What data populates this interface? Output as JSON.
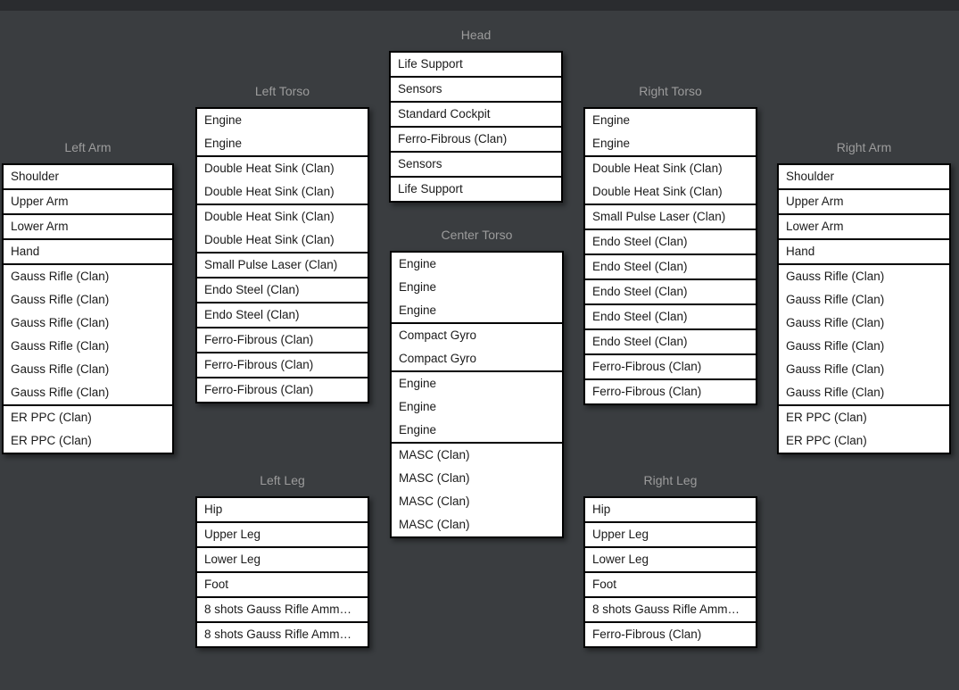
{
  "colors": {
    "background": "#3a3d40",
    "title_bar": "#2a2c2f",
    "slot_background": "#ffffff",
    "slot_text": "#1a1a1a",
    "slot_border": "#000000",
    "section_title_text": "#9c9c9c"
  },
  "sections": {
    "head": {
      "title": "Head",
      "groups": [
        [
          "Life Support"
        ],
        [
          "Sensors"
        ],
        [
          "Standard Cockpit"
        ],
        [
          "Ferro-Fibrous (Clan)"
        ],
        [
          "Sensors"
        ],
        [
          "Life Support"
        ]
      ]
    },
    "left_arm": {
      "title": "Left Arm",
      "groups": [
        [
          "Shoulder"
        ],
        [
          "Upper Arm"
        ],
        [
          "Lower Arm"
        ],
        [
          "Hand"
        ],
        [
          "Gauss Rifle (Clan)",
          "Gauss Rifle (Clan)",
          "Gauss Rifle (Clan)",
          "Gauss Rifle (Clan)",
          "Gauss Rifle (Clan)",
          "Gauss Rifle (Clan)"
        ],
        [
          "ER PPC (Clan)",
          "ER PPC (Clan)"
        ]
      ]
    },
    "right_arm": {
      "title": "Right Arm",
      "groups": [
        [
          "Shoulder"
        ],
        [
          "Upper Arm"
        ],
        [
          "Lower Arm"
        ],
        [
          "Hand"
        ],
        [
          "Gauss Rifle (Clan)",
          "Gauss Rifle (Clan)",
          "Gauss Rifle (Clan)",
          "Gauss Rifle (Clan)",
          "Gauss Rifle (Clan)",
          "Gauss Rifle (Clan)"
        ],
        [
          "ER PPC (Clan)",
          "ER PPC (Clan)"
        ]
      ]
    },
    "left_torso": {
      "title": "Left Torso",
      "groups": [
        [
          "Engine",
          "Engine"
        ],
        [
          "Double Heat Sink (Clan)",
          "Double Heat Sink (Clan)"
        ],
        [
          "Double Heat Sink (Clan)",
          "Double Heat Sink (Clan)"
        ],
        [
          "Small Pulse Laser (Clan)"
        ],
        [
          "Endo Steel (Clan)"
        ],
        [
          "Endo Steel (Clan)"
        ],
        [
          "Ferro-Fibrous (Clan)"
        ],
        [
          "Ferro-Fibrous (Clan)"
        ],
        [
          "Ferro-Fibrous (Clan)"
        ]
      ]
    },
    "center_torso": {
      "title": "Center Torso",
      "groups": [
        [
          "Engine",
          "Engine",
          "Engine"
        ],
        [
          "Compact Gyro",
          "Compact Gyro"
        ],
        [
          "Engine",
          "Engine",
          "Engine"
        ],
        [
          "MASC (Clan)",
          "MASC (Clan)",
          "MASC (Clan)",
          "MASC (Clan)"
        ]
      ]
    },
    "right_torso": {
      "title": "Right Torso",
      "groups": [
        [
          "Engine",
          "Engine"
        ],
        [
          "Double Heat Sink (Clan)",
          "Double Heat Sink (Clan)"
        ],
        [
          "Small Pulse Laser (Clan)"
        ],
        [
          "Endo Steel (Clan)"
        ],
        [
          "Endo Steel (Clan)"
        ],
        [
          "Endo Steel (Clan)"
        ],
        [
          "Endo Steel (Clan)"
        ],
        [
          "Endo Steel (Clan)"
        ],
        [
          "Ferro-Fibrous (Clan)"
        ],
        [
          "Ferro-Fibrous (Clan)"
        ]
      ]
    },
    "left_leg": {
      "title": "Left Leg",
      "groups": [
        [
          "Hip"
        ],
        [
          "Upper Leg"
        ],
        [
          "Lower Leg"
        ],
        [
          "Foot"
        ],
        [
          "8 shots Gauss Rifle Amm…"
        ],
        [
          "8 shots Gauss Rifle Amm…"
        ]
      ]
    },
    "right_leg": {
      "title": "Right Leg",
      "groups": [
        [
          "Hip"
        ],
        [
          "Upper Leg"
        ],
        [
          "Lower Leg"
        ],
        [
          "Foot"
        ],
        [
          "8 shots Gauss Rifle Amm…"
        ],
        [
          "Ferro-Fibrous (Clan)"
        ]
      ]
    }
  }
}
